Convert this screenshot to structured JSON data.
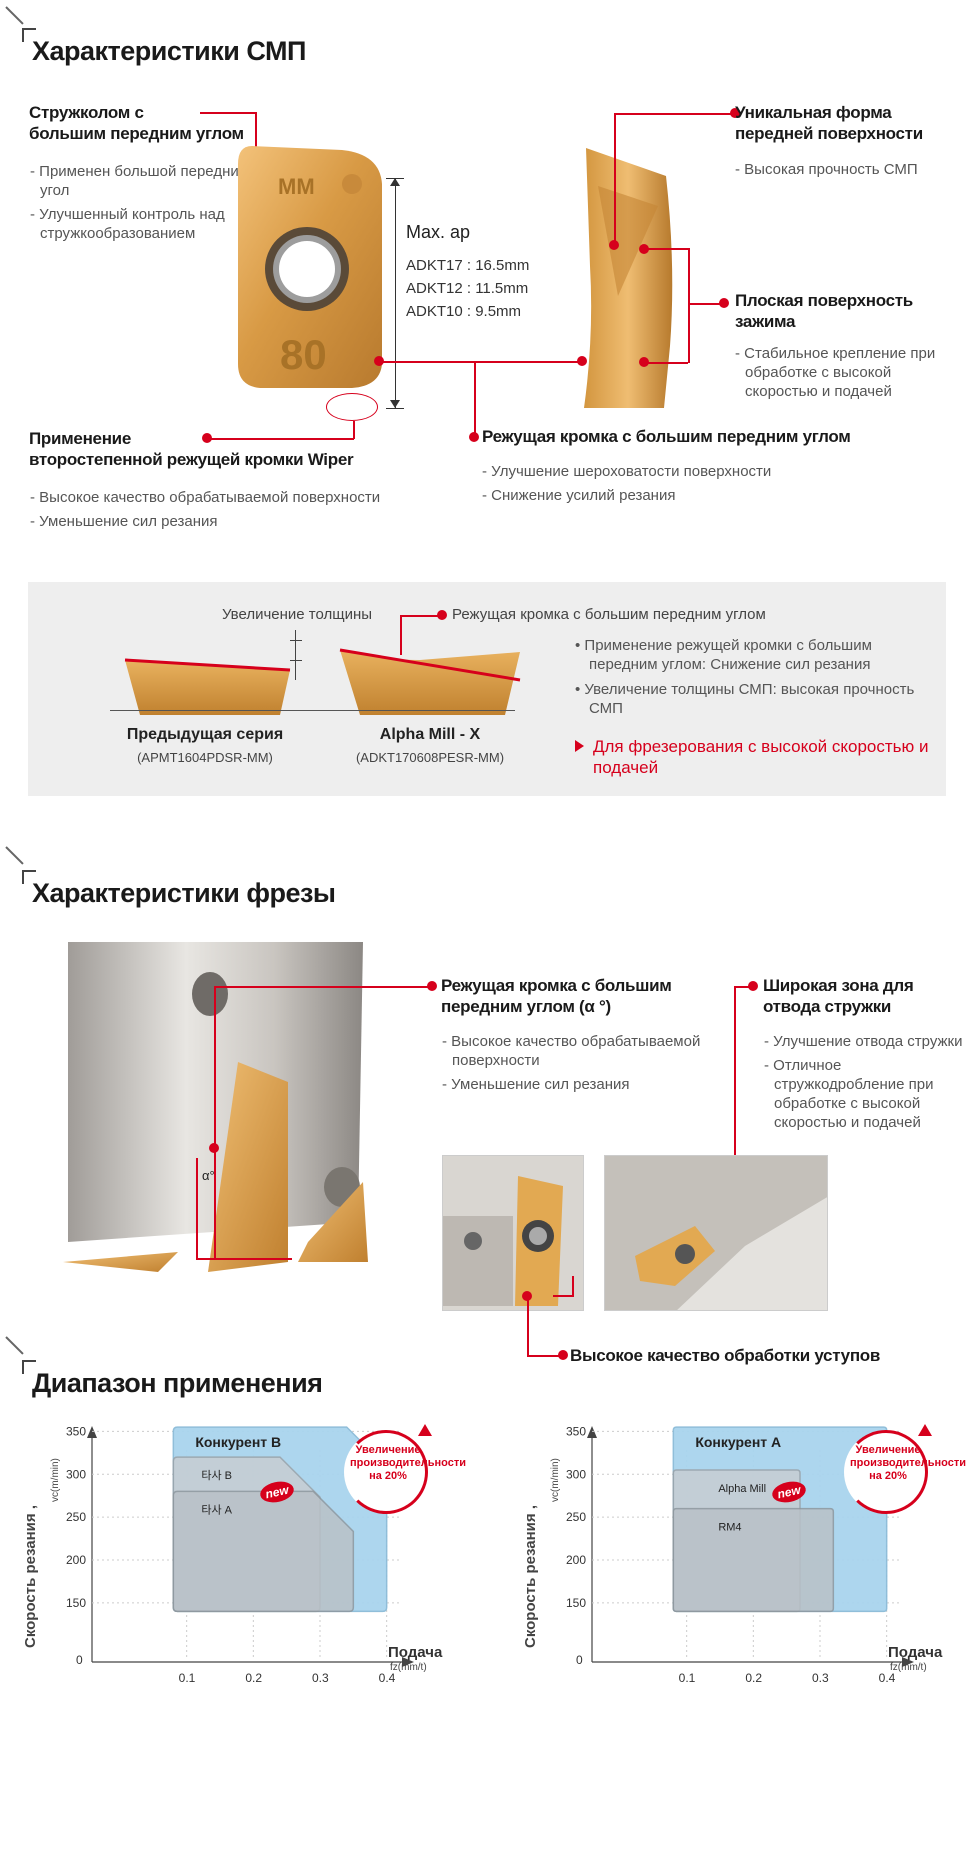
{
  "section1": {
    "title": "Характеристики СМП",
    "f1": {
      "title_line1": "Стружколом с",
      "title_line2": "большим передним углом",
      "items": [
        "Применен большой передний угол",
        "Улучшенный контроль над стружкообразованием"
      ]
    },
    "f2": {
      "title_line1": "Уникальная форма",
      "title_line2": "передней поверхности",
      "items": [
        "Высокая прочность СМП"
      ]
    },
    "f3": {
      "title_line1": "Плоская поверхность",
      "title_line2": "зажима",
      "items": [
        "Стабильное крепление при обработке с высокой скоростью и подачей"
      ]
    },
    "f4": {
      "title_line1": "Применение",
      "title_line2": "второстепенной режущей кромки Wiper",
      "items": [
        "Высокое качество обрабатываемой поверхности",
        "Уменьшение сил резания"
      ]
    },
    "f5": {
      "title": "Режущая кромка с большим передним углом",
      "items": [
        "Улучшение шероховатости поверхности",
        "Снижение усилий резания"
      ]
    },
    "maxap": {
      "title": "Max. ap",
      "lines": [
        "ADKT17 : 16.5mm",
        "ADKT12 : 11.5mm",
        "ADKT10 : 9.5mm"
      ]
    },
    "insert_number": "80"
  },
  "compare": {
    "thickness_label": "Увеличение толщины",
    "edge_label": "Режущая кромка с большим передним углом",
    "prev_name": "Предыдущая серия",
    "prev_code": "(APMT1604PDSR-MM)",
    "new_name": "Alpha Mill - X",
    "new_code": "(ADKT170608PESR-MM)",
    "bullets": [
      "Применение режущей кромки с большим передним углом: Снижение сил резания",
      "Увеличение толщины СМП: высокая прочность СМП"
    ],
    "highlight": "Для фрезерования с высокой скоростью и подачей"
  },
  "section2": {
    "title": "Характеристики фрезы",
    "f1": {
      "title_line1": "Режущая кромка с большим",
      "title_line2": "передним углом (α °)",
      "items": [
        "Высокое качество обрабатываемой поверхности",
        "Уменьшение сил резания"
      ]
    },
    "f2": {
      "title_line1": "Широкая зона для",
      "title_line2": "отвода стружки",
      "items": [
        "Улучшение отвода стружки",
        "Отличное стружкодробление при обработке с высокой скоростью и подачей"
      ]
    },
    "f3": {
      "title": "Высокое качество обработки уступов"
    },
    "alpha": "α°"
  },
  "section3": {
    "title": "Диапазон применения",
    "ylabel": "Скорость резания ,",
    "yunit": "vc(m/min)",
    "xlabel": "Подача",
    "xunit": "fz(mm/t)",
    "badge": "Увеличение производительности на 20%",
    "new_tag": "new"
  },
  "chart_data": [
    {
      "type": "area",
      "x_ticks": [
        0.1,
        0.2,
        0.3,
        0.4
      ],
      "y_ticks": [
        150,
        200,
        250,
        300,
        350
      ],
      "origin_label": "0",
      "series": [
        {
          "name": "Конкурент B",
          "fz": [
            0.08,
            0.4
          ],
          "vc": [
            140,
            355
          ]
        },
        {
          "name": "타사 B",
          "fz": [
            0.08,
            0.3
          ],
          "vc": [
            140,
            320
          ]
        },
        {
          "name": "타사 A",
          "fz": [
            0.08,
            0.35
          ],
          "vc": [
            140,
            280
          ]
        }
      ]
    },
    {
      "type": "area",
      "x_ticks": [
        0.1,
        0.2,
        0.3,
        0.4
      ],
      "y_ticks": [
        150,
        200,
        250,
        300,
        350
      ],
      "origin_label": "0",
      "series": [
        {
          "name": "Конкурент A",
          "fz": [
            0.08,
            0.4
          ],
          "vc": [
            140,
            355
          ]
        },
        {
          "name": "Alpha Mill",
          "fz": [
            0.08,
            0.27
          ],
          "vc": [
            140,
            305
          ]
        },
        {
          "name": "RM4",
          "fz": [
            0.08,
            0.32
          ],
          "vc": [
            140,
            260
          ]
        }
      ]
    }
  ]
}
